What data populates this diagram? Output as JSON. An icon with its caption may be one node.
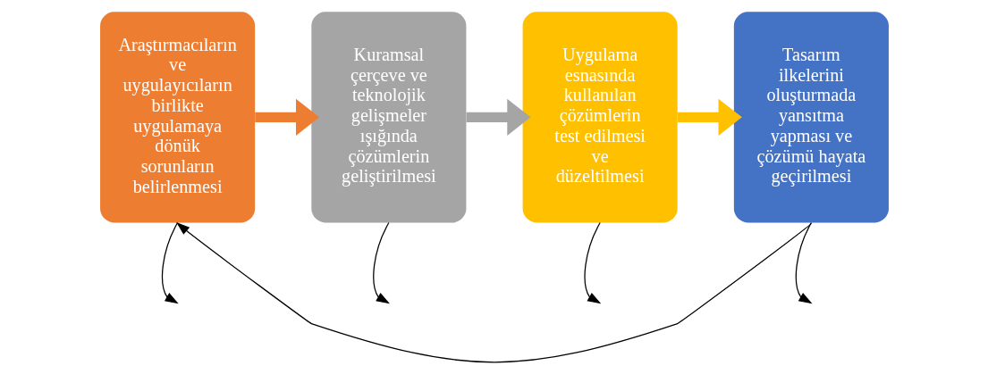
{
  "diagram": {
    "nodes": [
      {
        "text": [
          "Araştırmacıların ve uygulayıcıların birlikte uygulamaya dönük sorunların belirlenmesi"
        ]
      },
      {
        "text": [
          "Kuramsal çerçeve ve teknolojik gelişmeler ışığında çözümlerin geliştirilmesi"
        ]
      },
      {
        "text": [
          "Uygulama esnasında kullanılan çözümlerin test edilmesi ve düzeltilmesi"
        ]
      },
      {
        "text": [
          "Tasarım ilkelerini oluşturmada yansıtma yapması ve çözümü hayata geçirilmesi"
        ]
      }
    ],
    "edges": [
      {
        "from": 0,
        "to": 1,
        "arrow": "to",
        "style": "thick",
        "color": "#ed7d31"
      },
      {
        "from": 1,
        "to": 2,
        "arrow": "to",
        "style": "thick",
        "color": "#a5a5a5"
      },
      {
        "from": 2,
        "to": 3,
        "arrow": "to",
        "style": "thick",
        "color": "#ffc000"
      },
      {
        "from": 0,
        "to": null,
        "arrow": "to"
      },
      {
        "from": 1,
        "to": null,
        "arrow": "to"
      },
      {
        "from": 2,
        "to": null,
        "arrow": "to"
      },
      {
        "from": 3,
        "to": null,
        "arrow": "to"
      },
      {
        "from": 3,
        "to": 0,
        "arrow": "to"
      }
    ]
  }
}
